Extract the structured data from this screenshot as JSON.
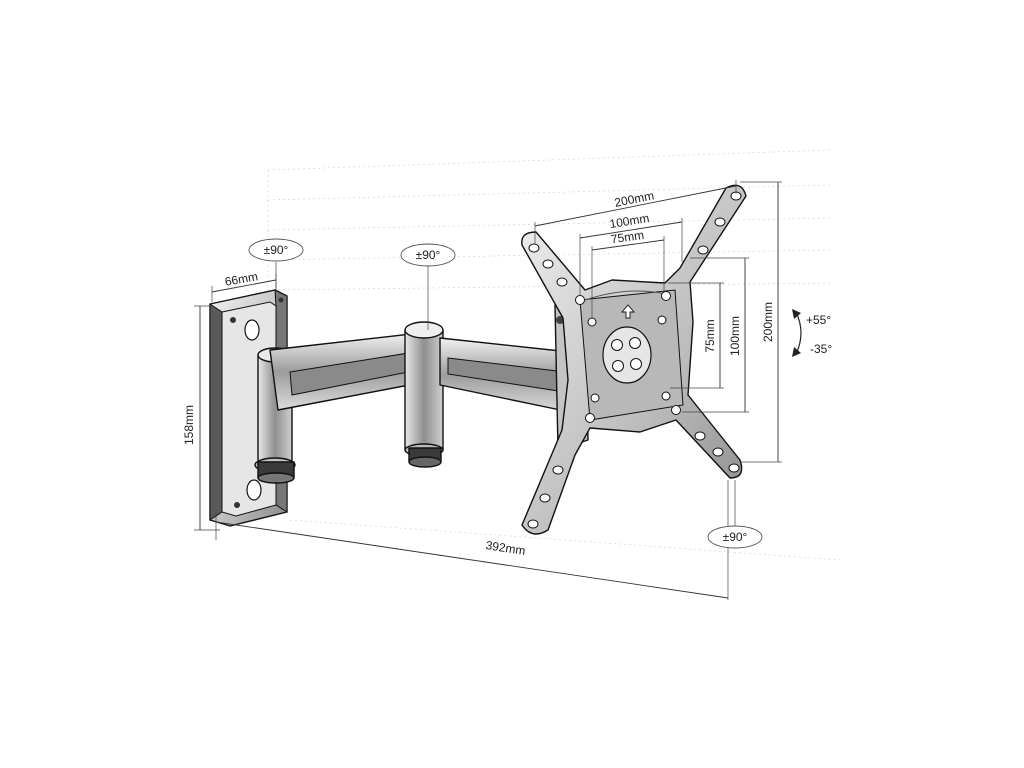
{
  "labels": {
    "swivel_wall": "±90°",
    "swivel_arm": "±90°",
    "rotate_plate": "±90°",
    "wall_plate_width": "66mm",
    "wall_plate_height": "158mm",
    "max_extension": "392mm",
    "vesa_top_200": "200mm",
    "vesa_top_100": "100mm",
    "vesa_top_75": "75mm",
    "vesa_side_75": "75mm",
    "vesa_side_100": "100mm",
    "vesa_side_200": "200mm",
    "tilt_up": "+55°",
    "tilt_down": "-35°"
  },
  "colors": {
    "metal_light": "#d9d9d9",
    "metal_mid": "#a8a8a8",
    "metal_dark": "#4a4a4a",
    "outline": "#111111"
  }
}
